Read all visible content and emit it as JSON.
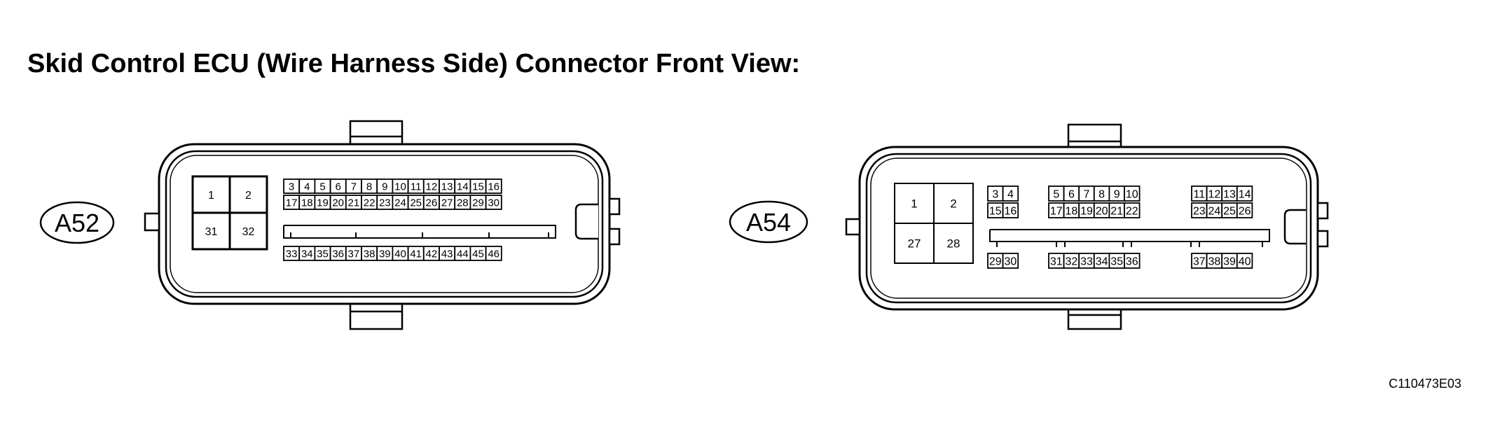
{
  "title": "Skid Control ECU (Wire Harness Side) Connector Front View:",
  "figure_code": "C110473E03",
  "connectors": [
    {
      "id": "A52",
      "large_pins": [
        "1",
        "2",
        "31",
        "32"
      ],
      "row_top": [
        "3",
        "4",
        "5",
        "6",
        "7",
        "8",
        "9",
        "10",
        "11",
        "12",
        "13",
        "14",
        "15",
        "16"
      ],
      "row_mid": [
        "17",
        "18",
        "19",
        "20",
        "21",
        "22",
        "23",
        "24",
        "25",
        "26",
        "27",
        "28",
        "29",
        "30"
      ],
      "row_bottom": [
        "33",
        "34",
        "35",
        "36",
        "37",
        "38",
        "39",
        "40",
        "41",
        "42",
        "43",
        "44",
        "45",
        "46"
      ]
    },
    {
      "id": "A54",
      "large_pins": [
        "1",
        "2",
        "27",
        "28"
      ],
      "groups": [
        {
          "top": [
            "3",
            "4"
          ],
          "mid": [
            "15",
            "16"
          ],
          "bottom": [
            "29",
            "30"
          ]
        },
        {
          "top": [
            "5",
            "6",
            "7",
            "8",
            "9",
            "10"
          ],
          "mid": [
            "17",
            "18",
            "19",
            "20",
            "21",
            "22"
          ],
          "bottom": [
            "31",
            "32",
            "33",
            "34",
            "35",
            "36"
          ]
        },
        {
          "top": [
            "11",
            "12",
            "13",
            "14"
          ],
          "mid": [
            "23",
            "24",
            "25",
            "26"
          ],
          "bottom": [
            "37",
            "38",
            "39",
            "40"
          ]
        }
      ]
    }
  ]
}
